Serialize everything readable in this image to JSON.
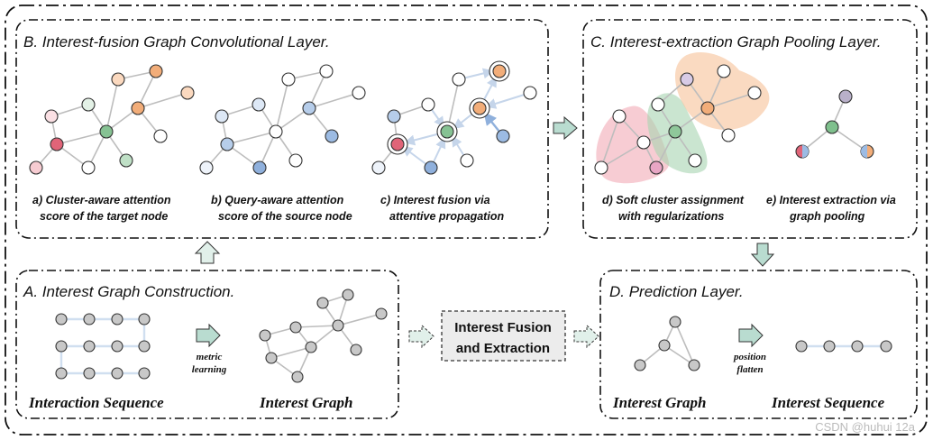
{
  "panels": {
    "b": {
      "title": "B. Interest-fusion Graph Convolutional Layer.",
      "cap_a1": "a) Cluster-aware attention",
      "cap_a2": "score of the target node",
      "cap_b1": "b) Query-aware attention",
      "cap_b2": "score of the source node",
      "cap_c1": "c) Interest fusion via",
      "cap_c2": "attentive propagation"
    },
    "c": {
      "title": "C. Interest-extraction Graph Pooling Layer.",
      "cap_d1": "d) Soft cluster assignment",
      "cap_d2": "with regularizations",
      "cap_e1": "e) Interest extraction via",
      "cap_e2": "graph pooling"
    },
    "a": {
      "title": "A. Interest Graph Construction.",
      "arrow_label1": "metric",
      "arrow_label2": "learning",
      "left_label": "Interaction Sequence",
      "right_label": "Interest Graph"
    },
    "d": {
      "title": "D. Prediction Layer.",
      "arrow_label1": "position",
      "arrow_label2": "flatten",
      "left_label": "Interest Graph",
      "right_label": "Interest Sequence"
    }
  },
  "center_box": {
    "line1": "Interest Fusion",
    "line2": "and Extraction"
  },
  "watermark": "CSDN @huhui 12a",
  "colors": {
    "pink": "#f1aab4",
    "red": "#e06478",
    "green": "#8fc79a",
    "orange": "#f2ad79",
    "light_orange": "#fbd9bf",
    "blue": "#9cbbe3",
    "light_blue": "#dde8f6",
    "gray": "#c8c8c8",
    "arrow_fill": "#b9dcd0"
  }
}
